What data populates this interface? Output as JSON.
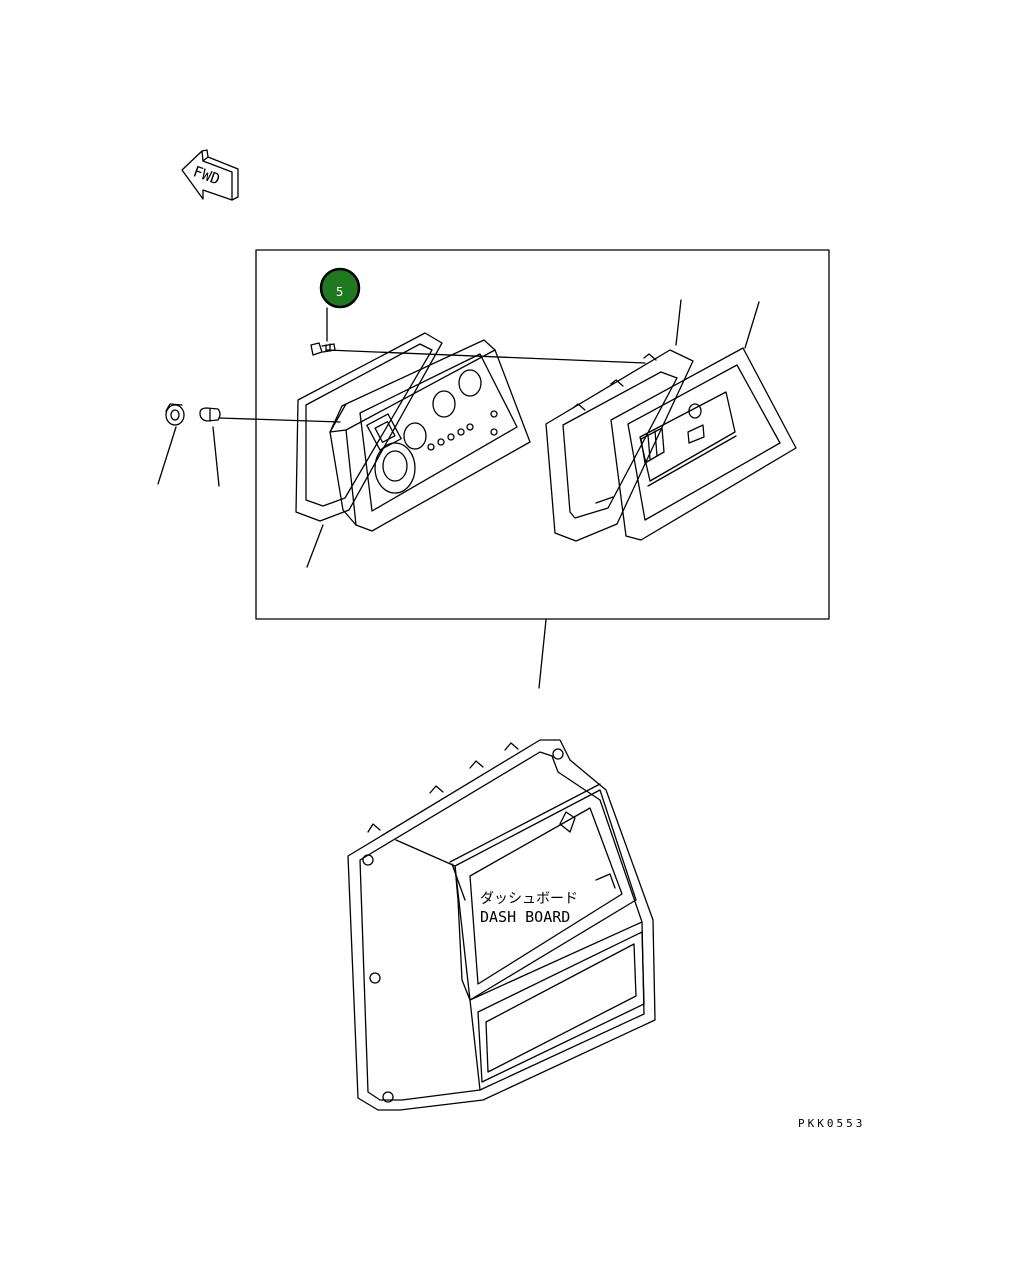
{
  "fwd_label": "FWD",
  "callouts": [
    {
      "number": "5"
    }
  ],
  "dash_board": {
    "label_jp": "ダッシュボード",
    "label_en": "DASH BOARD"
  },
  "drawing_code": "PKK0553",
  "colors": {
    "line": "#000000",
    "callout_fill": "#1f7a1f",
    "callout_text": "#ffffff",
    "background": "#ffffff"
  }
}
